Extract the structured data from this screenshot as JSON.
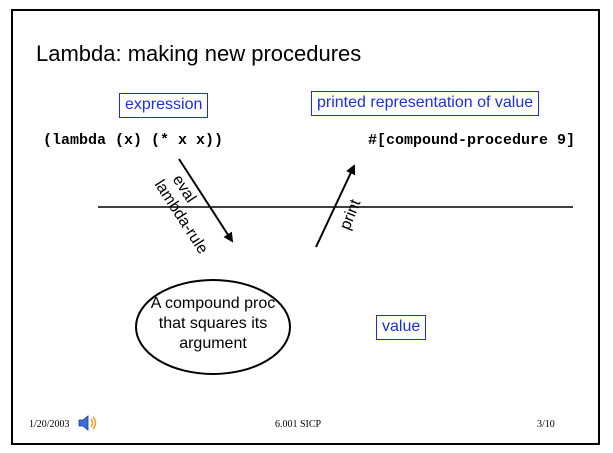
{
  "slide": {
    "title": "Lambda:  making new procedures",
    "expression_box": "expression",
    "value_repr_box": "printed representation of value",
    "lambda_code": "(lambda (x) (* x x))",
    "printed_value": "#[compound-procedure 9]",
    "eval_label": "eval",
    "rule_label": "lambda-rule",
    "print_label": "print",
    "ellipse_text": [
      "A compound proc",
      "that squares its",
      "argument"
    ],
    "value_box": "value",
    "footer": {
      "date": "1/20/2003",
      "course": "6.001 SICP",
      "page": "3/10"
    }
  },
  "colors": {
    "box_outline": "#1d2fd6",
    "box_text": "#1d2fd6",
    "text": "#000000",
    "speaker_icon": "#f0a020"
  },
  "icons": {
    "speaker": "speaker-icon"
  }
}
